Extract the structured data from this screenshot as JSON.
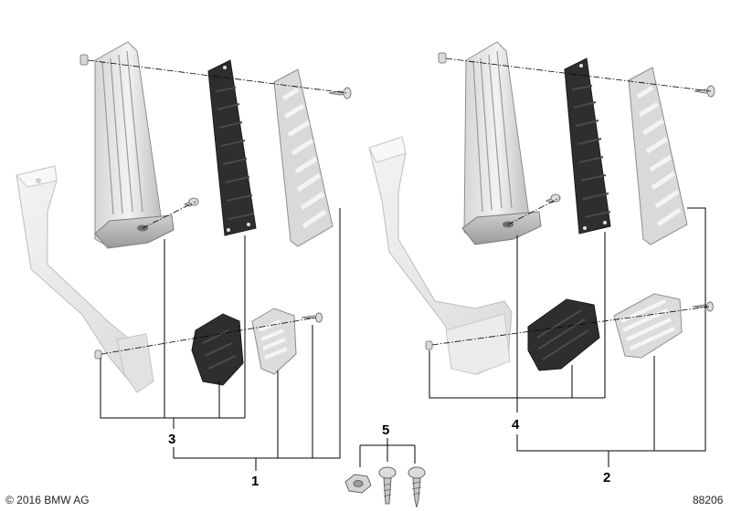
{
  "callouts": {
    "c1": "1",
    "c2": "2",
    "c3": "3",
    "c4": "4",
    "c5": "5"
  },
  "footer": {
    "copyright": "© 2016 BMW AG",
    "diagram_number": "88206"
  },
  "colors": {
    "aluminium_light": "#e6e6e6",
    "aluminium_mid": "#c4c4c4",
    "aluminium_dark": "#8c8c8c",
    "rubber": "#2e2e2e",
    "pedal_arm": "#eeeeee",
    "line": "#000000"
  }
}
